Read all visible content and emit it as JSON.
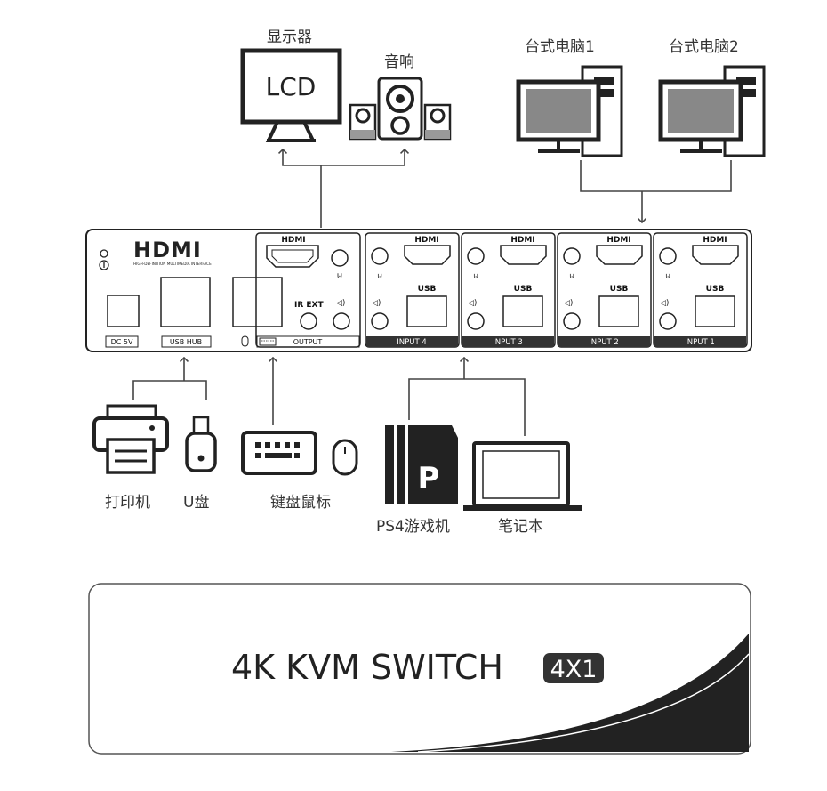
{
  "devices": {
    "monitor": {
      "label": "显示器",
      "screen_text": "LCD"
    },
    "speaker": {
      "label": "音响"
    },
    "pc1": {
      "label": "台式电脑1"
    },
    "pc2": {
      "label": "台式电脑2"
    },
    "printer": {
      "label": "打印机"
    },
    "udisk": {
      "label": "U盘"
    },
    "keyboard_mouse": {
      "label": "键盘鼠标"
    },
    "ps4": {
      "label": "PS4游戏机",
      "logo_letter": "P"
    },
    "laptop": {
      "label": "笔记本"
    }
  },
  "switch_panel": {
    "brand": "HDMI",
    "brand_sub": "HIGH-DEFINITION MULTIMEDIA INTERFACE",
    "dc_label": "DC 5V",
    "usb_hub_label": "USB HUB",
    "ir_ext_label": "IR EXT",
    "sections": [
      {
        "hdmi": "HDMI",
        "name": "OUTPUT"
      },
      {
        "hdmi": "HDMI",
        "usb": "USB",
        "name": "INPUT 4"
      },
      {
        "hdmi": "HDMI",
        "usb": "USB",
        "name": "INPUT 3"
      },
      {
        "hdmi": "HDMI",
        "usb": "USB",
        "name": "INPUT 2"
      },
      {
        "hdmi": "HDMI",
        "usb": "USB",
        "name": "INPUT 1"
      }
    ]
  },
  "product_banner": {
    "title": "4K KVM SWITCH",
    "badge": "4X1"
  }
}
